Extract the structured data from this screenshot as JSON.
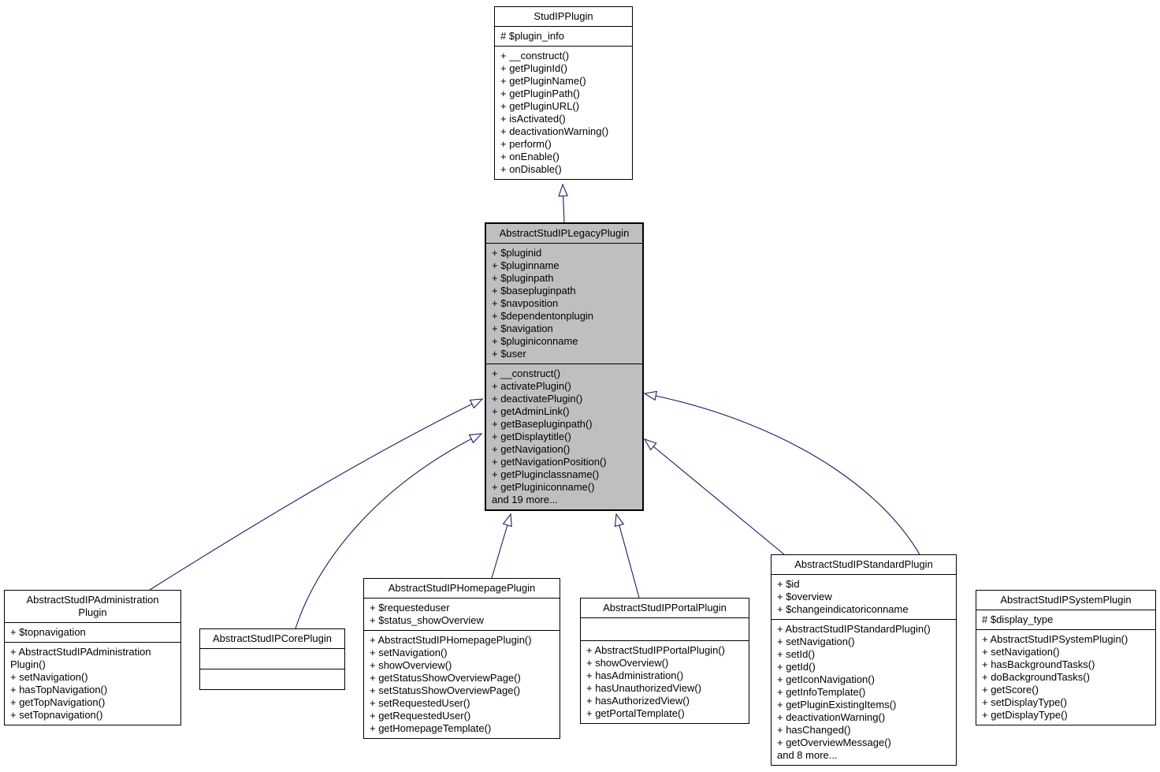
{
  "diagram": {
    "arrow_color": "#191970",
    "focus_fill": "#bfbfbf",
    "box_fill": "#ffffff",
    "border_color": "#000000"
  },
  "classes": {
    "studip": {
      "name": "StudIPPlugin",
      "fields": [
        "# $plugin_info"
      ],
      "methods": [
        "+ __construct()",
        "+ getPluginId()",
        "+ getPluginName()",
        "+ getPluginPath()",
        "+ getPluginURL()",
        "+ isActivated()",
        "+ deactivationWarning()",
        "+ perform()",
        "+ onEnable()",
        "+ onDisable()"
      ]
    },
    "legacy": {
      "name": "AbstractStudIPLegacyPlugin",
      "fields": [
        "+ $pluginid",
        "+ $pluginname",
        "+ $pluginpath",
        "+ $basepluginpath",
        "+ $navposition",
        "+ $dependentonplugin",
        "+ $navigation",
        "+ $pluginiconname",
        "+ $user"
      ],
      "methods": [
        "+ __construct()",
        "+ activatePlugin()",
        "+ deactivatePlugin()",
        "+ getAdminLink()",
        "+ getBasepluginpath()",
        "+ getDisplaytitle()",
        "+ getNavigation()",
        "+ getNavigationPosition()",
        "+ getPluginclassname()",
        "+ getPluginiconname()",
        "and 19 more..."
      ]
    },
    "admin": {
      "name": "AbstractStudIPAdministration\nPlugin",
      "fields": [
        "+ $topnavigation"
      ],
      "methods": [
        "+ AbstractStudIPAdministration\nPlugin()",
        "+ setNavigation()",
        "+ hasTopNavigation()",
        "+ getTopNavigation()",
        "+ setTopnavigation()"
      ]
    },
    "core": {
      "name": "AbstractStudIPCorePlugin",
      "fields": [],
      "methods": []
    },
    "homepage": {
      "name": "AbstractStudIPHomepagePlugin",
      "fields": [
        "+ $requesteduser",
        "+ $status_showOverview"
      ],
      "methods": [
        "+ AbstractStudIPHomepagePlugin()",
        "+ setNavigation()",
        "+ showOverview()",
        "+ getStatusShowOverviewPage()",
        "+ setStatusShowOverviewPage()",
        "+ setRequestedUser()",
        "+ getRequestedUser()",
        "+ getHomepageTemplate()"
      ]
    },
    "portal": {
      "name": "AbstractStudIPPortalPlugin",
      "fields": [],
      "methods": [
        "+ AbstractStudIPPortalPlugin()",
        "+ showOverview()",
        "+ hasAdministration()",
        "+ hasUnauthorizedView()",
        "+ hasAuthorizedView()",
        "+ getPortalTemplate()"
      ]
    },
    "standard": {
      "name": "AbstractStudIPStandardPlugin",
      "fields": [
        "+ $id",
        "+ $overview",
        "+ $changeindicatoriconname"
      ],
      "methods": [
        "+ AbstractStudIPStandardPlugin()",
        "+ setNavigation()",
        "+ setId()",
        "+ getId()",
        "+ getIconNavigation()",
        "+ getInfoTemplate()",
        "+ getPluginExistingItems()",
        "+ deactivationWarning()",
        "+ hasChanged()",
        "+ getOverviewMessage()",
        "and 8 more..."
      ]
    },
    "system": {
      "name": "AbstractStudIPSystemPlugin",
      "fields": [
        "# $display_type"
      ],
      "methods": [
        "+ AbstractStudIPSystemPlugin()",
        "+ setNavigation()",
        "+ hasBackgroundTasks()",
        "+ doBackgroundTasks()",
        "+ getScore()",
        "+ setDisplayType()",
        "+ getDisplayType()"
      ]
    }
  }
}
